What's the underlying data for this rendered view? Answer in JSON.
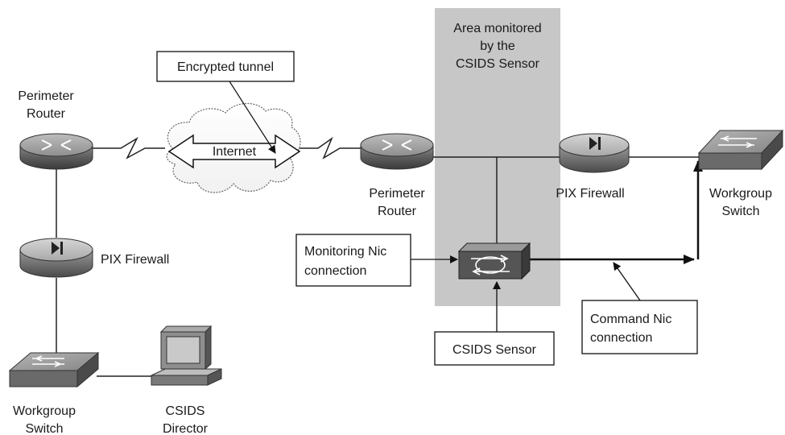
{
  "monitored_area": {
    "lines": [
      "Area monitored",
      "by the",
      "CSIDS Sensor"
    ],
    "fill": "#c7c7c7"
  },
  "left_router": {
    "lines": [
      "Perimeter",
      "Router"
    ]
  },
  "left_firewall": {
    "label": "PIX Firewall"
  },
  "left_switch": {
    "lines": [
      "Workgroup",
      "Switch"
    ]
  },
  "director": {
    "lines": [
      "CSIDS",
      "Director"
    ]
  },
  "internet": {
    "label": "Internet"
  },
  "tunnel_callout": {
    "label": "Encrypted tunnel"
  },
  "right_router": {
    "lines": [
      "Perimeter",
      "Router"
    ]
  },
  "right_firewall": {
    "label": "PIX Firewall"
  },
  "right_switch": {
    "lines": [
      "Workgroup",
      "Switch"
    ]
  },
  "monitoring_callout": {
    "lines": [
      "Monitoring Nic",
      "connection"
    ]
  },
  "command_callout": {
    "lines": [
      "Command Nic",
      "connection"
    ]
  },
  "sensor_callout": {
    "label": "CSIDS Sensor"
  }
}
